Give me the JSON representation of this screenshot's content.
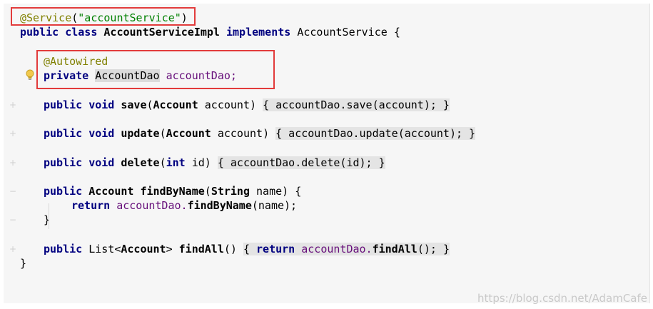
{
  "code": {
    "service_annotation": "@Service",
    "service_paren_open": "(",
    "service_name": "\"accountService\"",
    "service_paren_close": ")",
    "class_kw1": "public",
    "class_kw2": "class",
    "class_name": "AccountServiceImpl",
    "class_implements": "implements",
    "class_interface": "AccountService",
    "class_brace": "{",
    "autowired": "@Autowired",
    "field_kw": "private",
    "field_type": "AccountDao",
    "field_name": "accountDao;",
    "m_public": "public",
    "m_void": "void",
    "save_name": "save",
    "save_params_open": "(",
    "save_param_type": "Account",
    "save_param_name": "account",
    "save_params_close": ")",
    "save_body": "{ accountDao.save(account); }",
    "update_name": "update",
    "update_body": "{ accountDao.update(account); }",
    "delete_name": "delete",
    "delete_param_type": "int",
    "delete_param_name": "id",
    "delete_body": "{ accountDao.delete(id); }",
    "find_return_type": "Account",
    "find_name": "findByName",
    "find_param_type": "String",
    "find_param_name": "name",
    "find_open": "{",
    "find_return_kw": "return",
    "find_return_expr": "accountDao.",
    "find_return_call": "findByName",
    "find_return_args": "(name);",
    "find_close": "}",
    "all_list": "List<",
    "all_type": "Account",
    "all_list_close": ">",
    "all_name": "findAll",
    "all_parens": "()",
    "all_open": "{",
    "all_return_kw": "return",
    "all_expr": "accountDao.",
    "all_call": "findAll",
    "all_args": "();",
    "all_close": "}",
    "class_close": "}"
  },
  "watermark": "https://blog.csdn.net/AdamCafe",
  "colors": {
    "keyword": "#000080",
    "annotation": "#808000",
    "string": "#008000",
    "highlight_box": "#e23b3b"
  }
}
